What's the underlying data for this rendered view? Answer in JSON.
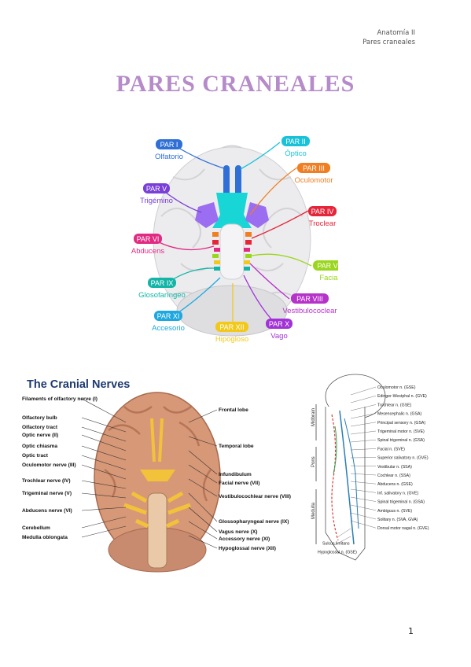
{
  "header": {
    "line1": "Anatomía II",
    "line2": "Pares craneales"
  },
  "title": "PARES CRANEALES",
  "figure1": {
    "pairs": [
      {
        "tag": "PAR I",
        "name": "Olfatorio",
        "color": "#2f6fd6"
      },
      {
        "tag": "PAR II",
        "name": "Óptico",
        "color": "#19c2d8"
      },
      {
        "tag": "PAR III",
        "name": "Oculomotor",
        "color": "#f07e22"
      },
      {
        "tag": "PAR IV",
        "name": "Troclear",
        "color": "#e5253a"
      },
      {
        "tag": "PAR V",
        "name": "Trigémino",
        "color": "#7a3fd6"
      },
      {
        "tag": "PAR VI",
        "name": "Abducens",
        "color": "#e22a82"
      },
      {
        "tag": "PAR VII",
        "name": "Facial",
        "color": "#9bd61e"
      },
      {
        "tag": "PAR VIII",
        "name": "Vestibulococlear",
        "color": "#b533c9"
      },
      {
        "tag": "PAR IX",
        "name": "Glosofaríngeo",
        "color": "#13b5a6"
      },
      {
        "tag": "PAR X",
        "name": "Vago",
        "color": "#a132d6"
      },
      {
        "tag": "PAR XI",
        "name": "Accesorio",
        "color": "#1ea8df"
      },
      {
        "tag": "PAR XII",
        "name": "Hipogloso",
        "color": "#f2c81b"
      }
    ]
  },
  "figure2": {
    "title": "The Cranial Nerves",
    "left_labels": [
      "Filaments of olfactory nerve (I)",
      "Olfactory bulb",
      "Olfactory tract",
      "Optic nerve (II)",
      "Optic chiasma",
      "Optic tract",
      "Oculomotor nerve (III)",
      "Trochlear nerve (IV)",
      "Trigeminal nerve (V)",
      "Abducens nerve (VI)",
      "Cerebellum",
      "Medulla oblongata"
    ],
    "right_labels": [
      "Frontal lobe",
      "Temporal lobe",
      "Infundibulum",
      "Facial nerve (VII)",
      "Vestibulocochlear nerve (VIII)",
      "Glossopharyngeal nerve (IX)",
      "Vagus nerve (X)",
      "Accessory nerve (XI)",
      "Hypoglossal nerve (XII)"
    ]
  },
  "figure3": {
    "side_labels": [
      "Midbrain",
      "Pons",
      "Medulla"
    ],
    "labels": [
      "Oculomotor n. (GSE)",
      "Edinger-Westphal n. (GVE)",
      "Trochlear n. (GSE)",
      "Mesencephalic n. (GSA)",
      "Principal sensory n. (GSA)",
      "Trigeminal motor n. (SVE)",
      "Spinal trigeminal n. (GSA)",
      "Facial n. (SVE)",
      "Superior salivatory n. (GVE)",
      "Vestibular n. (SSA)",
      "Cochlear n. (SSA)",
      "Abducens n. (GSE)",
      "Inf. salivatory n. (GVE)",
      "Spinal trigeminal n. (GSA)",
      "Ambiguus n. (SVE)",
      "Solitary n. (SVA, GVA)",
      "Dorsal motor nagal n. (GVE)",
      "Sulcus limitans",
      "Hypoglossal n. (GSE)"
    ]
  },
  "page_number": "1"
}
